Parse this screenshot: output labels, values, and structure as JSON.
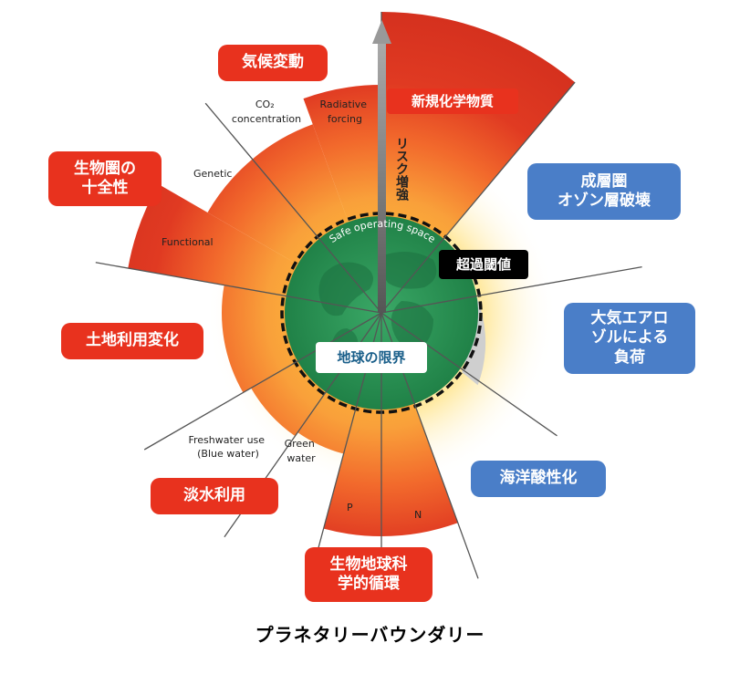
{
  "title": "プラネタリーバウンダリー",
  "risk_arrow_label": "リスク増強",
  "safe_space_label": "Safe operating space",
  "center_label": "地球の限界",
  "exceeded_label": "超過閾値",
  "sector_labels": {
    "co2": "CO₂\nconcentration",
    "radiative": "Radiative\nforcing",
    "genetic": "Genetic",
    "functional": "Functional",
    "freshwater": "Freshwater use\n(Blue water)",
    "green_water": "Green\nwater",
    "p": "P",
    "n": "N"
  },
  "categories": {
    "climate": "気候変動",
    "novel_entities": "新規化学物質",
    "ozone": "成層圏\nオゾン層破壊",
    "aerosol": "大気エアロ\nゾルによる\n負荷",
    "ocean": "海洋酸性化",
    "biogeochem": "生物地球科\n学的循環",
    "freshwater": "淡水利用",
    "land": "土地利用変化",
    "biosphere": "生物圏の\n十全性"
  },
  "colors": {
    "red_box": "#e8321e",
    "blue_box": "#4a7ec8",
    "safe_green": "#2e9a58",
    "dark_red": "#d42c1c",
    "orange": "#f47a2a",
    "yellow": "#f9b83a"
  }
}
